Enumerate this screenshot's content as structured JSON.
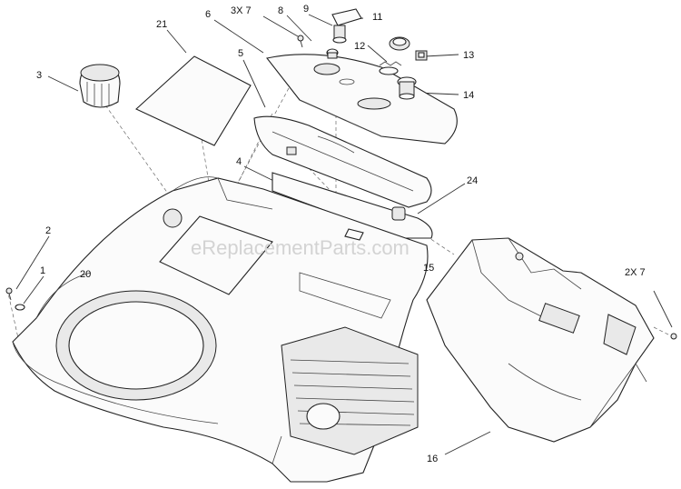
{
  "watermark": "eReplacementParts.com",
  "callouts": [
    {
      "id": "c21",
      "text": "21"
    },
    {
      "id": "c6",
      "text": "6"
    },
    {
      "id": "c3x7",
      "text": "3X 7"
    },
    {
      "id": "c8",
      "text": "8"
    },
    {
      "id": "c9",
      "text": "9"
    },
    {
      "id": "c11",
      "text": "11"
    },
    {
      "id": "c12",
      "text": "12"
    },
    {
      "id": "c13",
      "text": "13"
    },
    {
      "id": "c14",
      "text": "14"
    },
    {
      "id": "c3",
      "text": "3"
    },
    {
      "id": "c5",
      "text": "5"
    },
    {
      "id": "c4",
      "text": "4"
    },
    {
      "id": "c24",
      "text": "24"
    },
    {
      "id": "c2",
      "text": "2"
    },
    {
      "id": "c1",
      "text": "1"
    },
    {
      "id": "c20",
      "text": "20"
    },
    {
      "id": "c15",
      "text": "15"
    },
    {
      "id": "c2x7",
      "text": "2X 7"
    },
    {
      "id": "c16",
      "text": "16"
    }
  ]
}
